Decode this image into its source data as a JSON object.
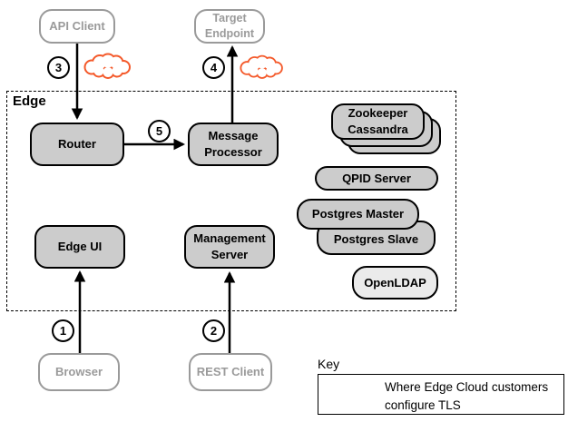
{
  "edge_group": {
    "label": "Edge"
  },
  "nodes": {
    "api_client": "API Client",
    "target_endpoint": "Target\nEndpoint",
    "browser": "Browser",
    "rest_client": "REST Client",
    "router": "Router",
    "message_processor": "Message\nProcessor",
    "edge_ui": "Edge UI",
    "management_server": "Management\nServer",
    "zookeeper_cassandra": "Zookeeper\nCassandra",
    "qpid_server": "QPID Server",
    "postgres_master": "Postgres Master",
    "postgres_slave": "Postgres Slave",
    "openldap": "OpenLDAP"
  },
  "steps": {
    "step1": "1",
    "step2": "2",
    "step3": "3",
    "step4": "4",
    "step5": "5"
  },
  "key": {
    "title": "Key",
    "description": "Where Edge Cloud customers\nconfigure TLS"
  },
  "colors": {
    "tls_cloud_stroke": "#f4592a",
    "internal_node_fill": "#cccccc",
    "external_node_gray": "#9a9a9a"
  }
}
